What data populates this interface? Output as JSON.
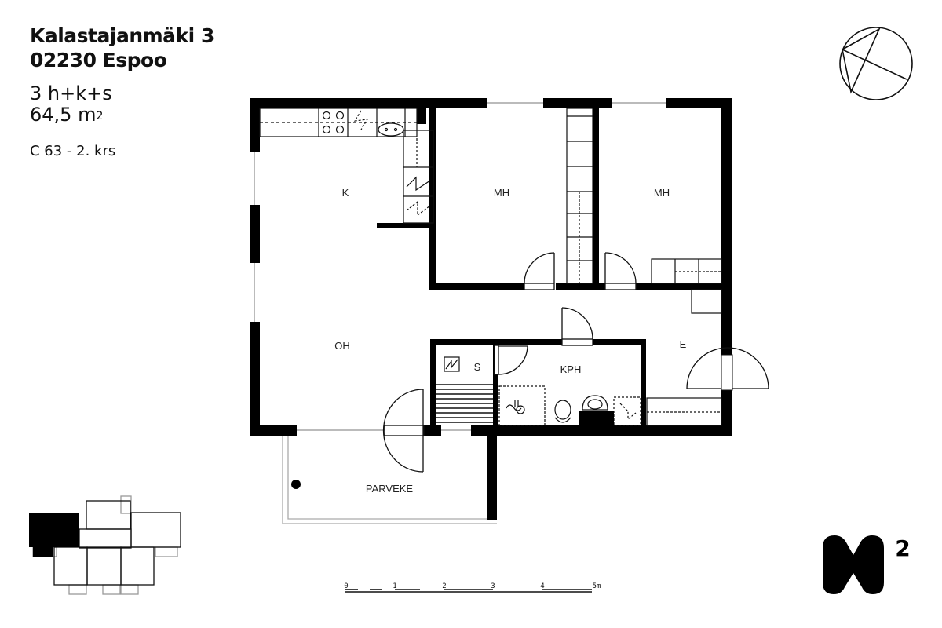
{
  "header": {
    "street": "Kalastajanmäki 3",
    "postal_city": "02230 Espoo",
    "apartment_type": "3 h+k+s",
    "area_value": "64,5 m",
    "area_unit_superscript": "2",
    "unit_floor": "C 63 - 2. krs"
  },
  "rooms": {
    "kitchen": "K",
    "living_room": "OH",
    "bedroom_1": "MH",
    "bedroom_2": "MH",
    "sauna": "S",
    "bathroom": "KPH",
    "entrance": "E",
    "balcony": "PARVEKE"
  },
  "scale_bar": {
    "ticks": [
      "0",
      "1",
      "2",
      "3",
      "4",
      "5m"
    ]
  },
  "icons": {
    "compass": "compass-icon",
    "logo": "m2-logo-icon",
    "key_plan": "building-key-plan"
  },
  "logo": {
    "letter": "M",
    "superscript": "2"
  },
  "colors": {
    "wall": "#000000",
    "line": "#111111",
    "window": "#bbbbbb",
    "background": "#ffffff"
  }
}
